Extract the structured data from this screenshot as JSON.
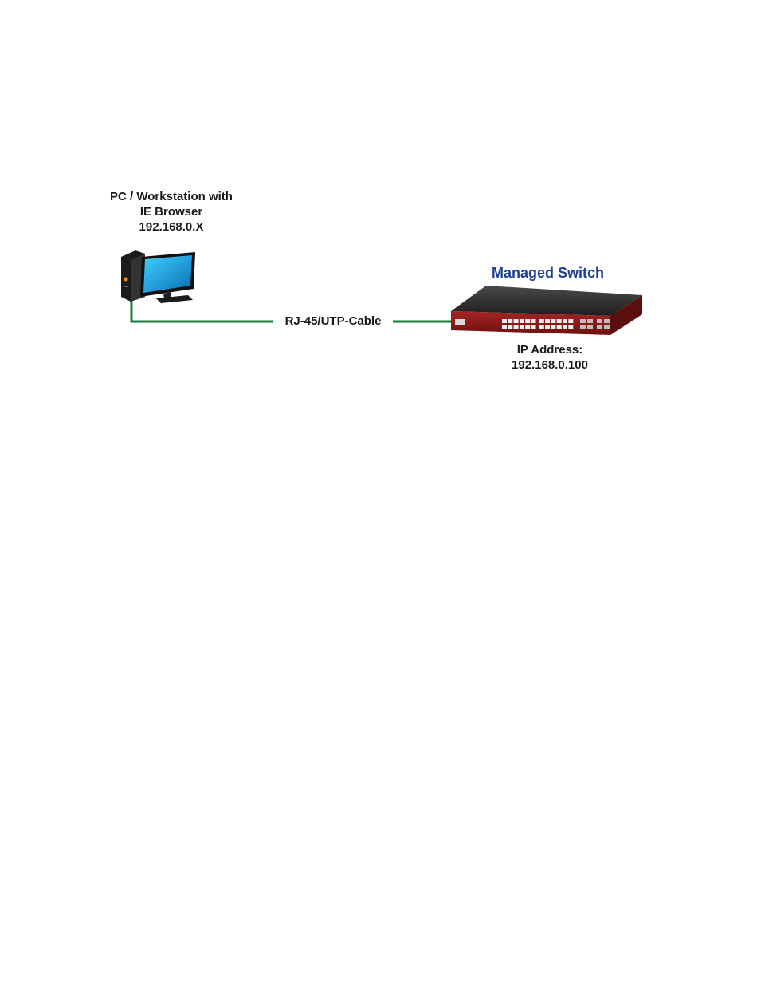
{
  "pc": {
    "line1": "PC / Workstation with",
    "line2": "IE Browser",
    "line3": "192.168.0.X"
  },
  "switch": {
    "title": "Managed Switch",
    "ip_label": "IP Address:",
    "ip_value": "192.168.0.100"
  },
  "cable": {
    "label": "RJ-45/UTP-Cable"
  },
  "colors": {
    "cable": "#1b7a3a",
    "switch_title": "#1f3f8f",
    "switch_body": "#8e1b1b",
    "switch_top": "#2b2b2b"
  },
  "icons": [
    "desktop-pc-icon",
    "monitor-icon",
    "managed-switch-icon"
  ]
}
